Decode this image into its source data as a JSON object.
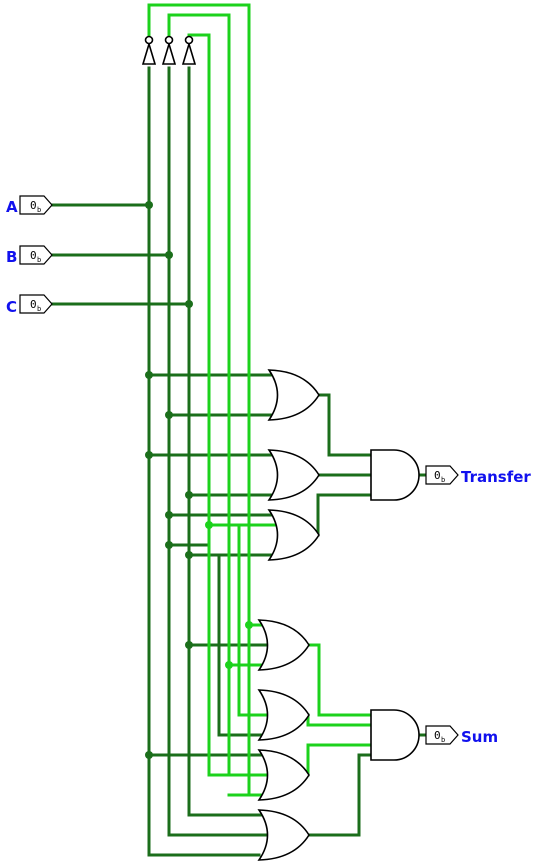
{
  "inputs": [
    {
      "label": "A",
      "value": "0",
      "base": "b"
    },
    {
      "label": "B",
      "value": "0",
      "base": "b"
    },
    {
      "label": "C",
      "value": "0",
      "base": "b"
    }
  ],
  "outputs": [
    {
      "label": "Transfer",
      "value": "0",
      "base": "b"
    },
    {
      "label": "Sum",
      "value": "0",
      "base": "b"
    }
  ],
  "gates": {
    "not_count": 3,
    "or_count": 7,
    "and_count": 2
  },
  "colors": {
    "wire_logic_low": "#1b6e1b",
    "wire_logic_high": "#1cd21c",
    "label": "#1111ee"
  }
}
